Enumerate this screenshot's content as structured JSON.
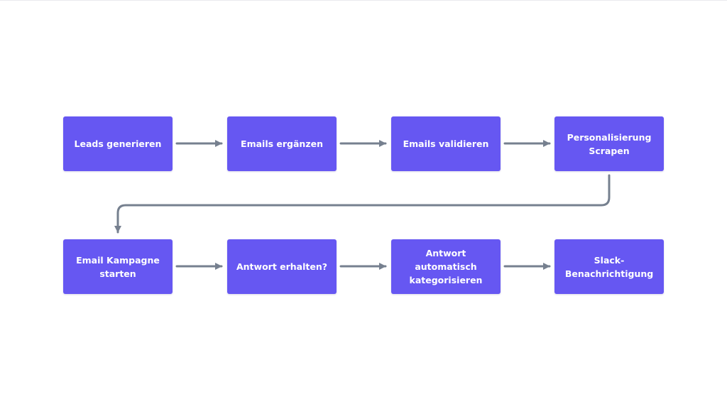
{
  "colors": {
    "node_fill": "#6657f2",
    "node_text": "#ffffff",
    "connector": "#76808f",
    "background": "#ffffff"
  },
  "flow": {
    "row1": [
      {
        "label": "Leads generieren"
      },
      {
        "label": "Emails ergänzen"
      },
      {
        "label": "Emails validieren"
      },
      {
        "label": "Personalisierung\nScrapen"
      }
    ],
    "row2": [
      {
        "label": "Email Kampagne\nstarten"
      },
      {
        "label": "Antwort erhalten?"
      },
      {
        "label": "Antwort automatisch\nkategorisieren"
      },
      {
        "label": "Slack-\nBenachrichtigung"
      }
    ]
  },
  "edges": [
    {
      "from": "Leads generieren",
      "to": "Emails ergänzen"
    },
    {
      "from": "Emails ergänzen",
      "to": "Emails validieren"
    },
    {
      "from": "Emails validieren",
      "to": "Personalisierung Scrapen"
    },
    {
      "from": "Personalisierung Scrapen",
      "to": "Email Kampagne starten"
    },
    {
      "from": "Email Kampagne starten",
      "to": "Antwort erhalten?"
    },
    {
      "from": "Antwort erhalten?",
      "to": "Antwort automatisch kategorisieren"
    },
    {
      "from": "Antwort automatisch kategorisieren",
      "to": "Slack-Benachrichtigung"
    }
  ]
}
